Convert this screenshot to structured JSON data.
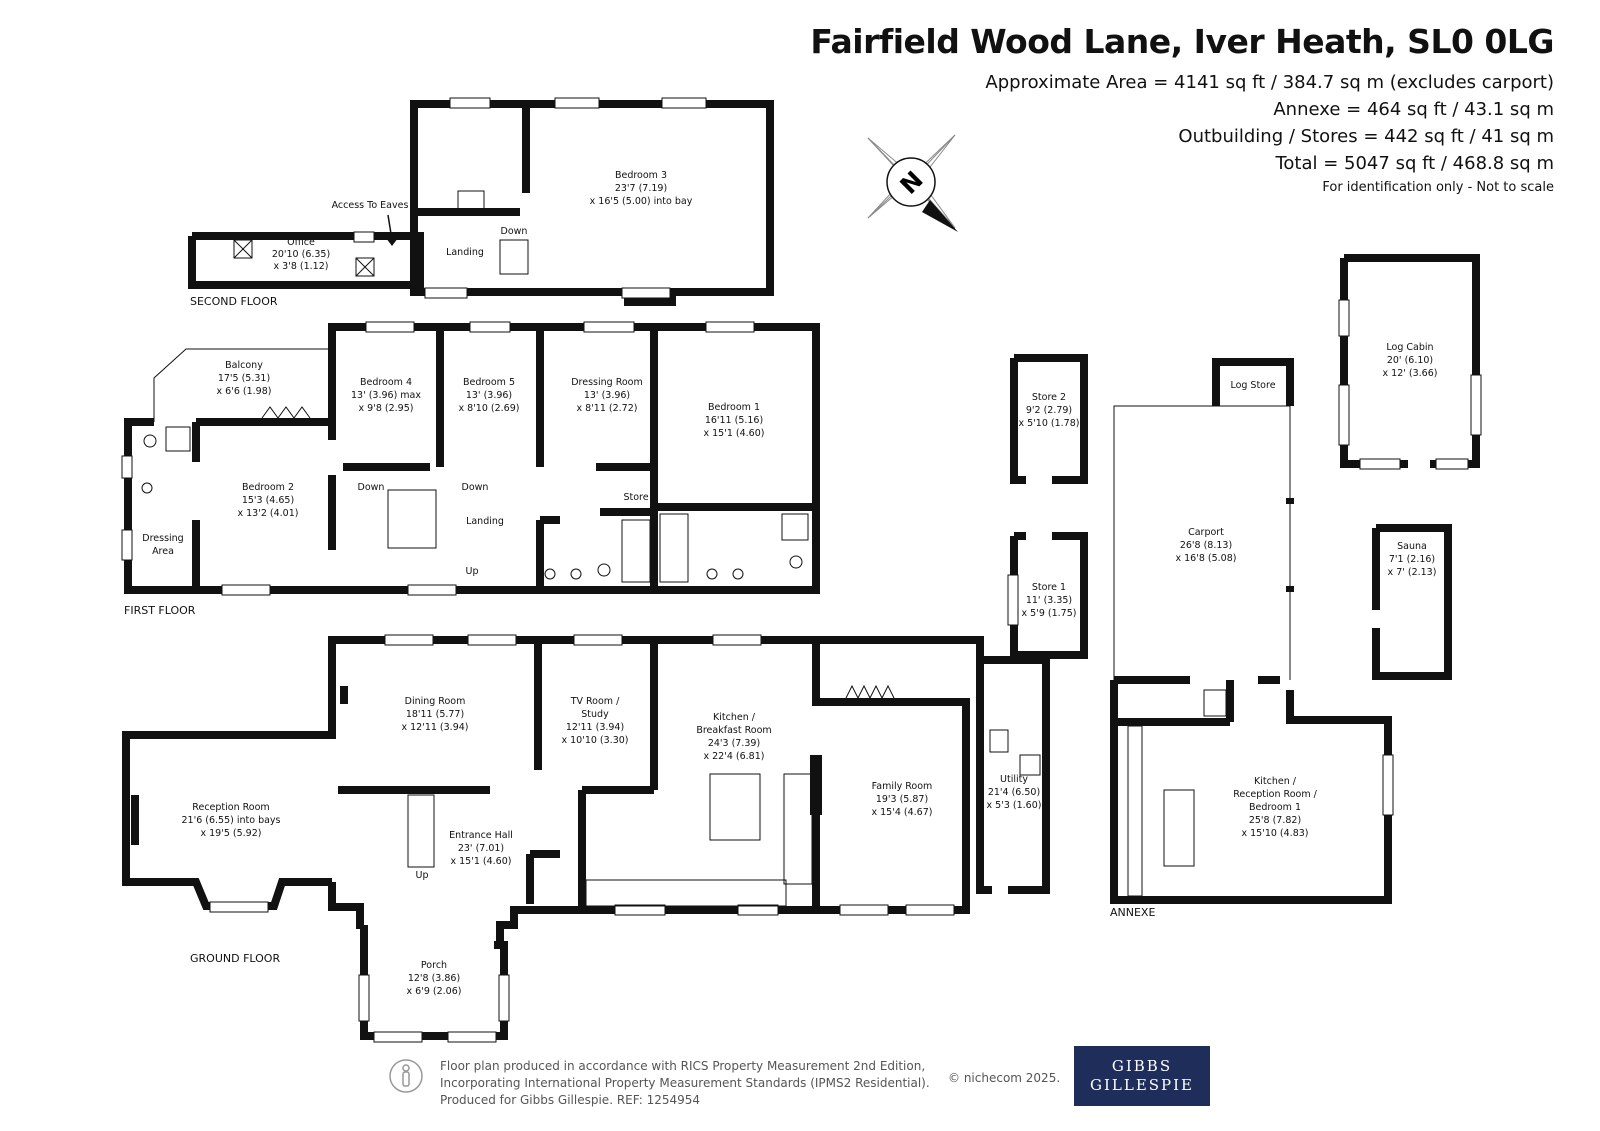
{
  "header": {
    "title": "Fairfield Wood Lane, Iver Heath, SL0 0LG",
    "areas": [
      "Approximate Area = 4141 sq ft / 384.7 sq m (excludes carport)",
      "Annexe = 464 sq ft / 43.1 sq m",
      "Outbuilding / Stores = 442 sq ft / 41 sq m",
      "Total = 5047 sq ft / 468.8 sq m"
    ],
    "note": "For identification only - Not to scale"
  },
  "compass": {
    "letter": "N"
  },
  "floors": {
    "second": "SECOND FLOOR",
    "first": "FIRST FLOOR",
    "ground": "GROUND FLOOR",
    "annexe": "ANNEXE"
  },
  "rooms": {
    "office": [
      "Office",
      "20'10 (6.35)",
      "x 3'8 (1.12)"
    ],
    "access_eaves": [
      "Access To Eaves"
    ],
    "landing2": [
      "Landing"
    ],
    "down2": [
      "Down"
    ],
    "bedroom3": [
      "Bedroom 3",
      "23'7 (7.19)",
      "x 16'5 (5.00) into bay"
    ],
    "balcony": [
      "Balcony",
      "17'5 (5.31)",
      "x 6'6 (1.98)"
    ],
    "bedroom2": [
      "Bedroom 2",
      "15'3 (4.65)",
      "x 13'2 (4.01)"
    ],
    "dressing_area": [
      "Dressing",
      "Area"
    ],
    "bedroom4": [
      "Bedroom 4",
      "13' (3.96) max",
      "x 9'8 (2.95)"
    ],
    "bedroom5": [
      "Bedroom 5",
      "13' (3.96)",
      "x 8'10 (2.69)"
    ],
    "dressing_room": [
      "Dressing Room",
      "13' (3.96)",
      "x 8'11 (2.72)"
    ],
    "bedroom1": [
      "Bedroom 1",
      "16'11 (5.16)",
      "x 15'1 (4.60)"
    ],
    "store_f1": [
      "Store"
    ],
    "landing1": [
      "Landing"
    ],
    "down_a": [
      "Down"
    ],
    "down_b": [
      "Down"
    ],
    "up1": [
      "Up"
    ],
    "dining": [
      "Dining Room",
      "18'11 (5.77)",
      "x 12'11 (3.94)"
    ],
    "tv": [
      "TV Room /",
      "Study",
      "12'11 (3.94)",
      "x 10'10 (3.30)"
    ],
    "kitchen": [
      "Kitchen /",
      "Breakfast Room",
      "24'3 (7.39)",
      "x 22'4 (6.81)"
    ],
    "family": [
      "Family Room",
      "19'3 (5.87)",
      "x 15'4 (4.67)"
    ],
    "reception": [
      "Reception Room",
      "21'6 (6.55) into bays",
      "x 19'5 (5.92)"
    ],
    "entrance": [
      "Entrance Hall",
      "23' (7.01)",
      "x 15'1 (4.60)"
    ],
    "up0": [
      "Up"
    ],
    "porch": [
      "Porch",
      "12'8 (3.86)",
      "x 6'9 (2.06)"
    ],
    "utility": [
      "Utility",
      "21'4 (6.50)",
      "x 5'3 (1.60)"
    ],
    "store2": [
      "Store 2",
      "9'2 (2.79)",
      "x 5'10 (1.78)"
    ],
    "store1": [
      "Store 1",
      "11' (3.35)",
      "x 5'9 (1.75)"
    ],
    "log_store": [
      "Log Store"
    ],
    "log_cabin": [
      "Log Cabin",
      "20' (6.10)",
      "x 12' (3.66)"
    ],
    "carport": [
      "Carport",
      "26'8 (8.13)",
      "x 16'8 (5.08)"
    ],
    "sauna": [
      "Sauna",
      "7'1 (2.16)",
      "x 7' (2.13)"
    ],
    "annexe_kitchen": [
      "Kitchen /",
      "Reception Room /",
      "Bedroom 1",
      "25'8 (7.82)",
      "x 15'10 (4.83)"
    ]
  },
  "footer": {
    "lines": [
      "Floor plan produced in accordance with RICS Property Measurement 2nd Edition,",
      "Incorporating International Property Measurement Standards (IPMS2 Residential).",
      "Produced for Gibbs Gillespie.   REF:  1254954"
    ],
    "copyright": "© nichecom 2025.",
    "logo_line1": "GIBBS",
    "logo_line2": "GILLESPIE"
  },
  "colors": {
    "logo_bg": "#1e2d5a",
    "wall": "#111111"
  }
}
